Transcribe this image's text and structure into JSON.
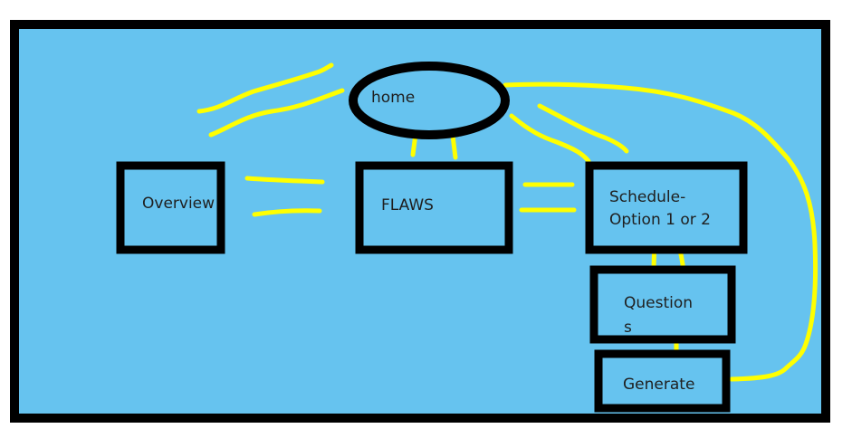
{
  "colors": {
    "background": "#66c3ef",
    "frame": "#000000",
    "connector": "#ffff00",
    "text": "#1f1f1f"
  },
  "nodes": {
    "home": "home",
    "overview": "Overview",
    "flaws": "FLAWS",
    "schedule_line1": "Schedule-",
    "schedule_line2": "Option 1 or 2",
    "questions_line1": "Question",
    "questions_line2": "s",
    "generate": "Generate"
  }
}
